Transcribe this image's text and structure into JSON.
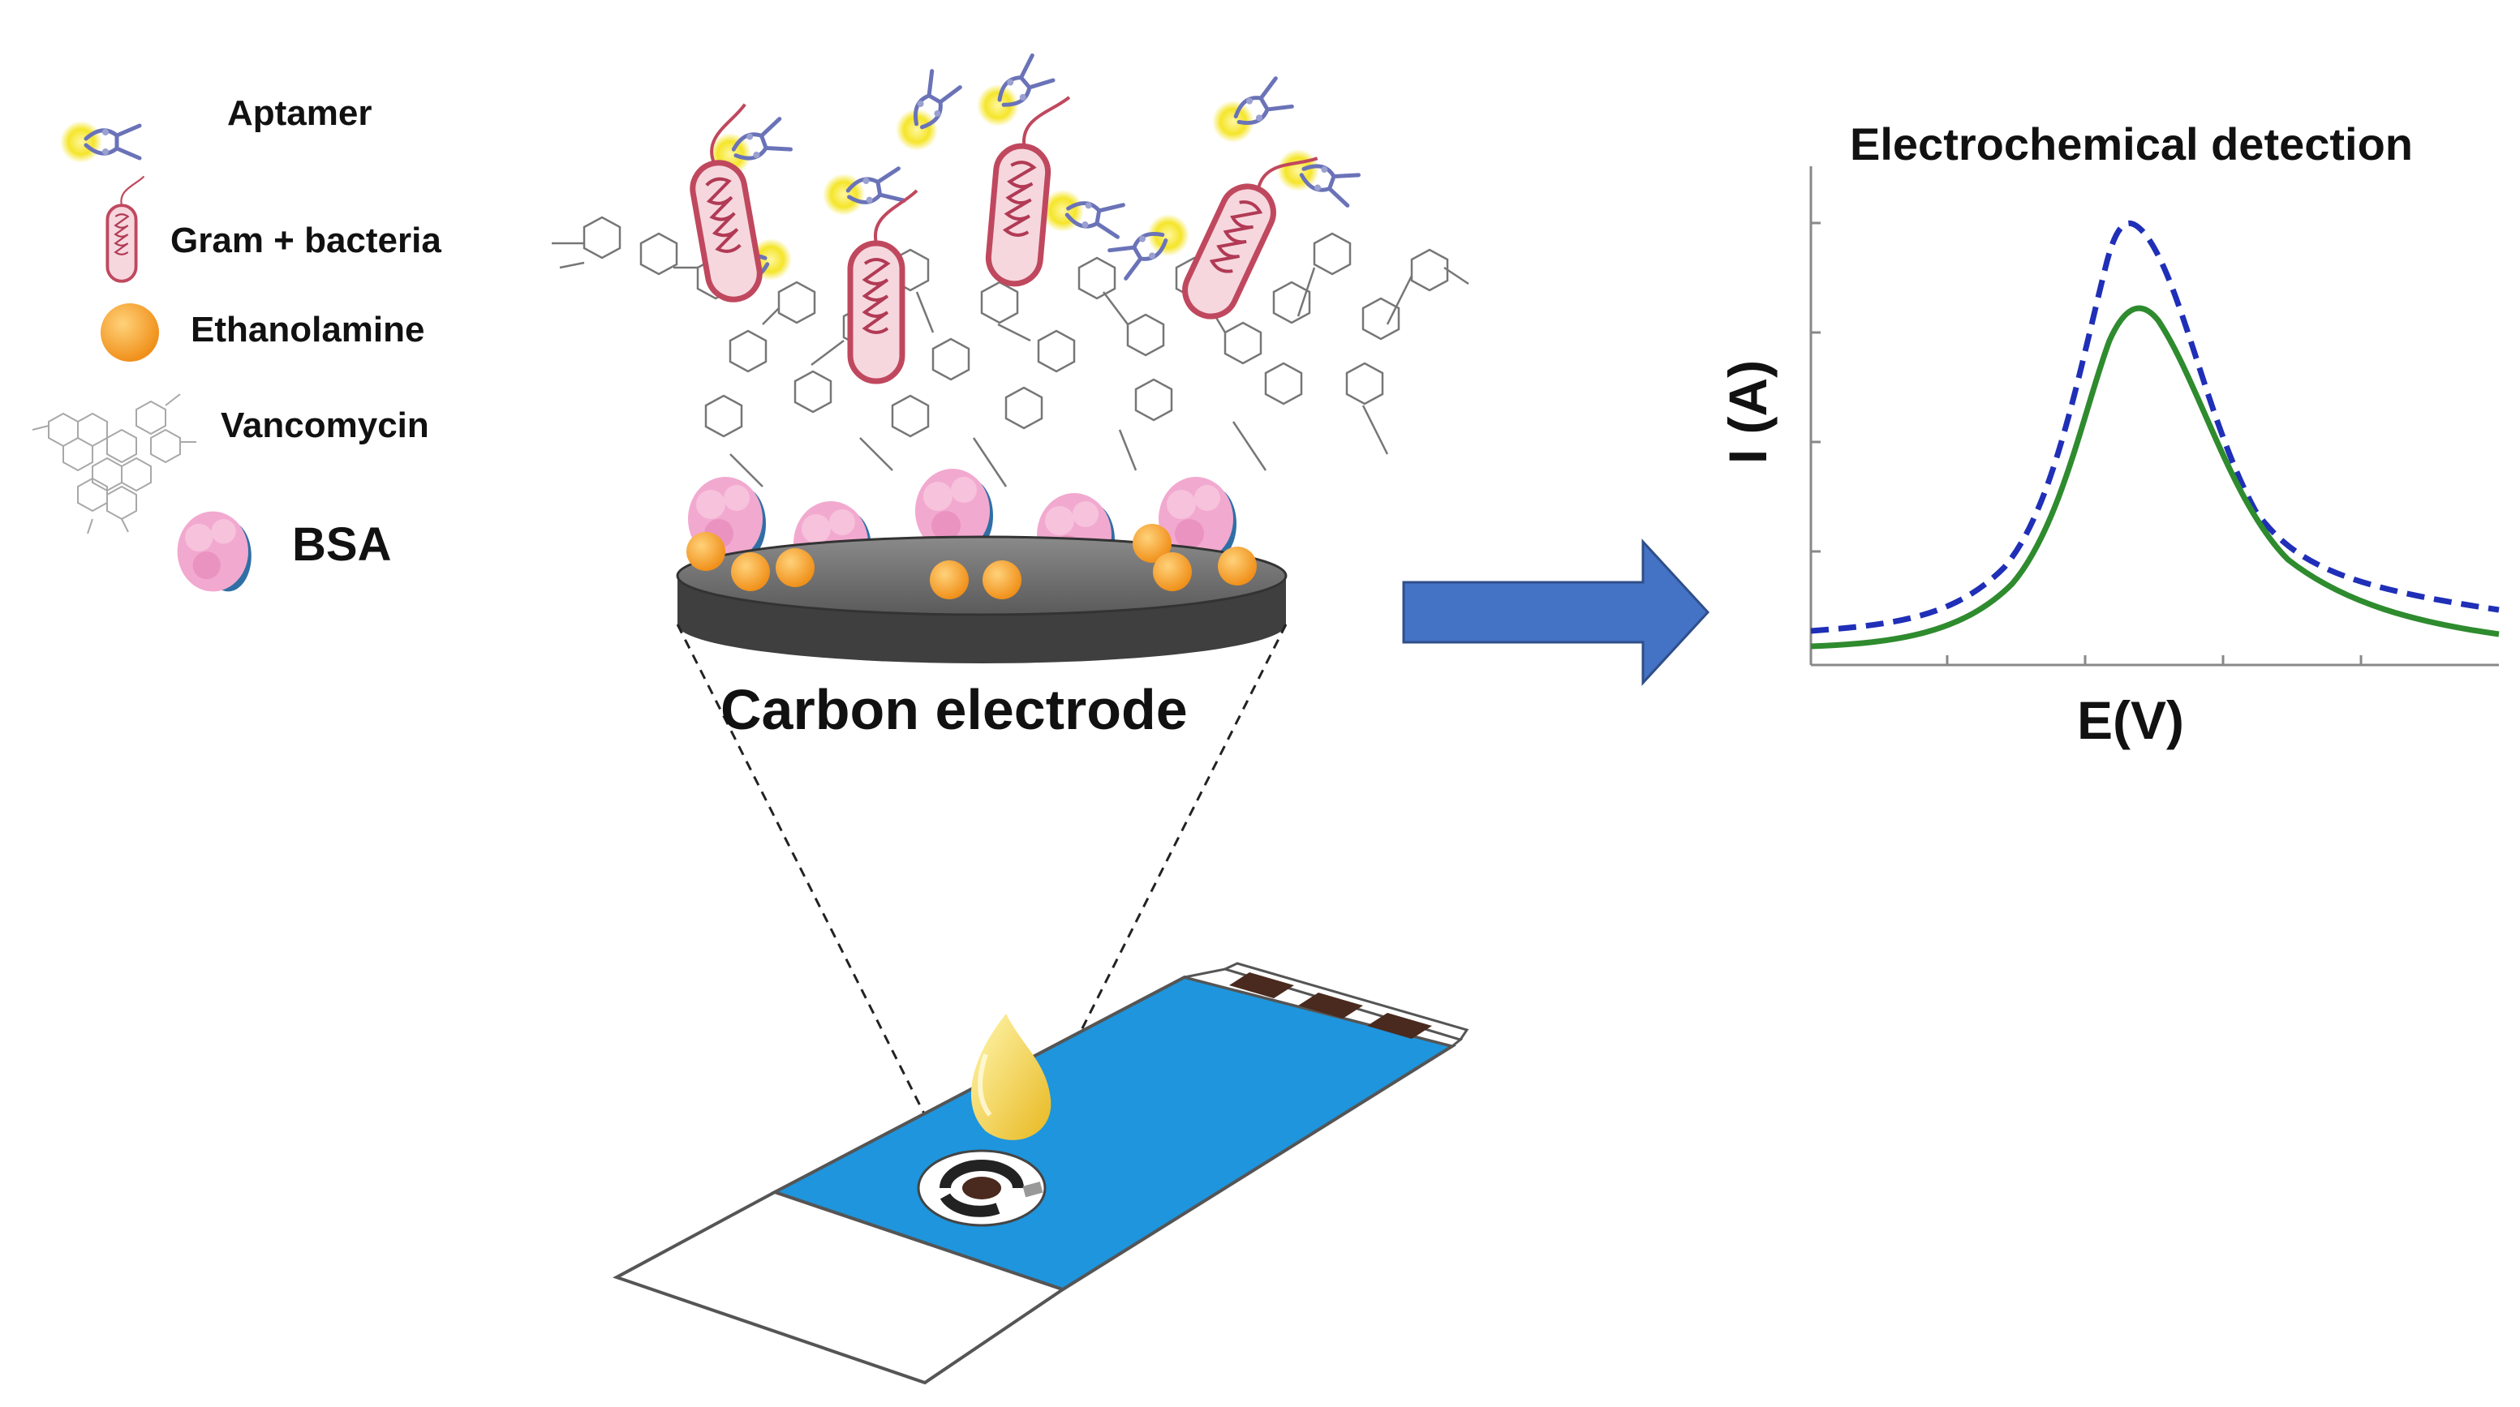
{
  "legend": {
    "items": [
      {
        "label": "Aptamer",
        "icon": "aptamer-icon"
      },
      {
        "label": "Gram + bacteria",
        "icon": "bacteria-icon"
      },
      {
        "label": "Ethanolamine",
        "icon": "ethanolamine-icon"
      },
      {
        "label": "Vancomycin",
        "icon": "vancomycin-icon"
      },
      {
        "label": "BSA",
        "icon": "bsa-protein-icon"
      }
    ]
  },
  "electrode": {
    "label": "Carbon electrode"
  },
  "graph": {
    "title": "Electrochemical detection",
    "ylabel": "I (A)",
    "xlabel": "E(V)"
  },
  "colors": {
    "aptamer_glow": "#f5e52a",
    "aptamer_strand": "#6a73b8",
    "bacteria_outline": "#c0485e",
    "bacteria_fill": "#f6d7de",
    "ethanolamine": "#f6a21e",
    "bsa_pink": "#f2a9cf",
    "bsa_blue": "#2f6fa6",
    "electrode_dark": "#4a4a4a",
    "arrow_blue": "#4472c4",
    "curve_dashed": "#1f2fb8",
    "curve_solid": "#2e8b2e",
    "strip_blue": "#1e95dc",
    "contact_brown": "#4a2a1e"
  }
}
